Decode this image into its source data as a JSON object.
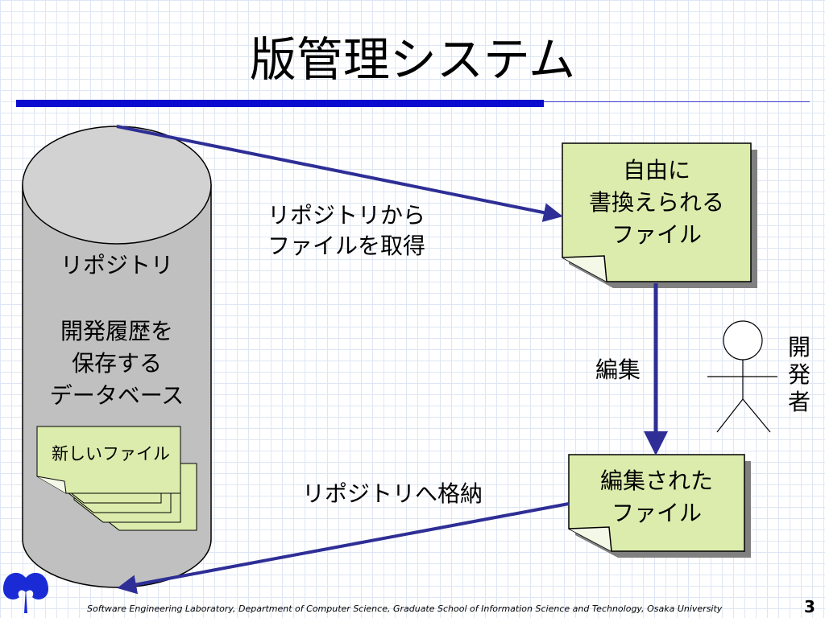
{
  "title": "版管理システム",
  "repository": {
    "name": "リポジトリ",
    "desc_lines": [
      "開発履歴を",
      "保存する",
      "データベース"
    ],
    "file_stack_label": "新しいファイル"
  },
  "editable_file": {
    "lines": [
      "自由に",
      "書換えられる",
      "ファイル"
    ]
  },
  "edited_file": {
    "lines": [
      "編集された",
      "ファイル"
    ]
  },
  "arrows": {
    "checkout_lines": [
      "リポジトリから",
      "ファイルを取得"
    ],
    "edit_label": "編集",
    "commit_label": "リポジトリへ格納"
  },
  "developer": {
    "label_chars": [
      "開",
      "発",
      "者"
    ]
  },
  "footer": {
    "text": "Software Engineering Laboratory, Department of Computer Science, Graduate School of Information Science and Technology, Osaka University",
    "page_number": "3"
  },
  "colors": {
    "arrow": "#2e2e96",
    "note_fill": "#dcecad",
    "cylinder_fill": "#c0c0c0",
    "title_rule": "#0b0bd0"
  },
  "icons": {
    "logo": "osaka-university-logo-icon",
    "developer": "stick-figure-icon"
  }
}
